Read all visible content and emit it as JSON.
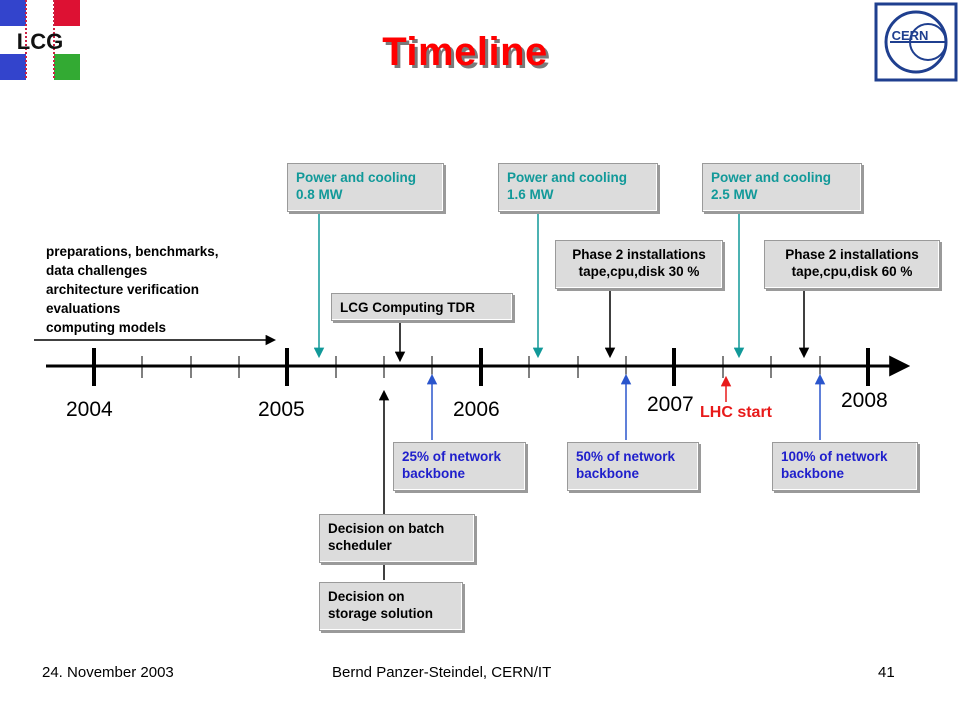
{
  "title": "Timeline",
  "logos": {
    "left": "LCG",
    "right": "CERN"
  },
  "left_text": {
    "lines": [
      "preparations, benchmarks,",
      "data challenges",
      "architecture verification",
      "evaluations",
      "computing models"
    ]
  },
  "years": [
    "2004",
    "2005",
    "2006",
    "2007",
    "2008"
  ],
  "milestones": {
    "power1": {
      "line1": "Power and cooling",
      "line2": "0.8 MW"
    },
    "power2": {
      "line1": "Power and cooling",
      "line2": "1.6 MW"
    },
    "power3": {
      "line1": "Power and cooling",
      "line2": "2.5 MW"
    },
    "phase2a": {
      "line1": "Phase 2 installations",
      "line2": "tape,cpu,disk  30 %"
    },
    "phase2b": {
      "line1": "Phase 2 installations",
      "line2": "tape,cpu,disk  60 %"
    },
    "tdr": {
      "line1": "LCG Computing TDR"
    },
    "net25": {
      "line1": "25% of network",
      "line2": "backbone"
    },
    "net50": {
      "line1": "50% of network",
      "line2": "backbone"
    },
    "net100": {
      "line1": "100% of network",
      "line2": "backbone"
    },
    "batch": {
      "line1": "Decision on batch",
      "line2": "scheduler"
    },
    "storage": {
      "line1": "Decision on",
      "line2": "storage solution"
    }
  },
  "lhc_start": "LHC start",
  "colors": {
    "title": "#ff0000",
    "teal": "#119999",
    "blue": "#1f1fcc",
    "red": "#e81a1a"
  },
  "footer": {
    "date": "24. November 2003",
    "author": "Bernd Panzer-Steindel, CERN/IT",
    "page": "41"
  }
}
